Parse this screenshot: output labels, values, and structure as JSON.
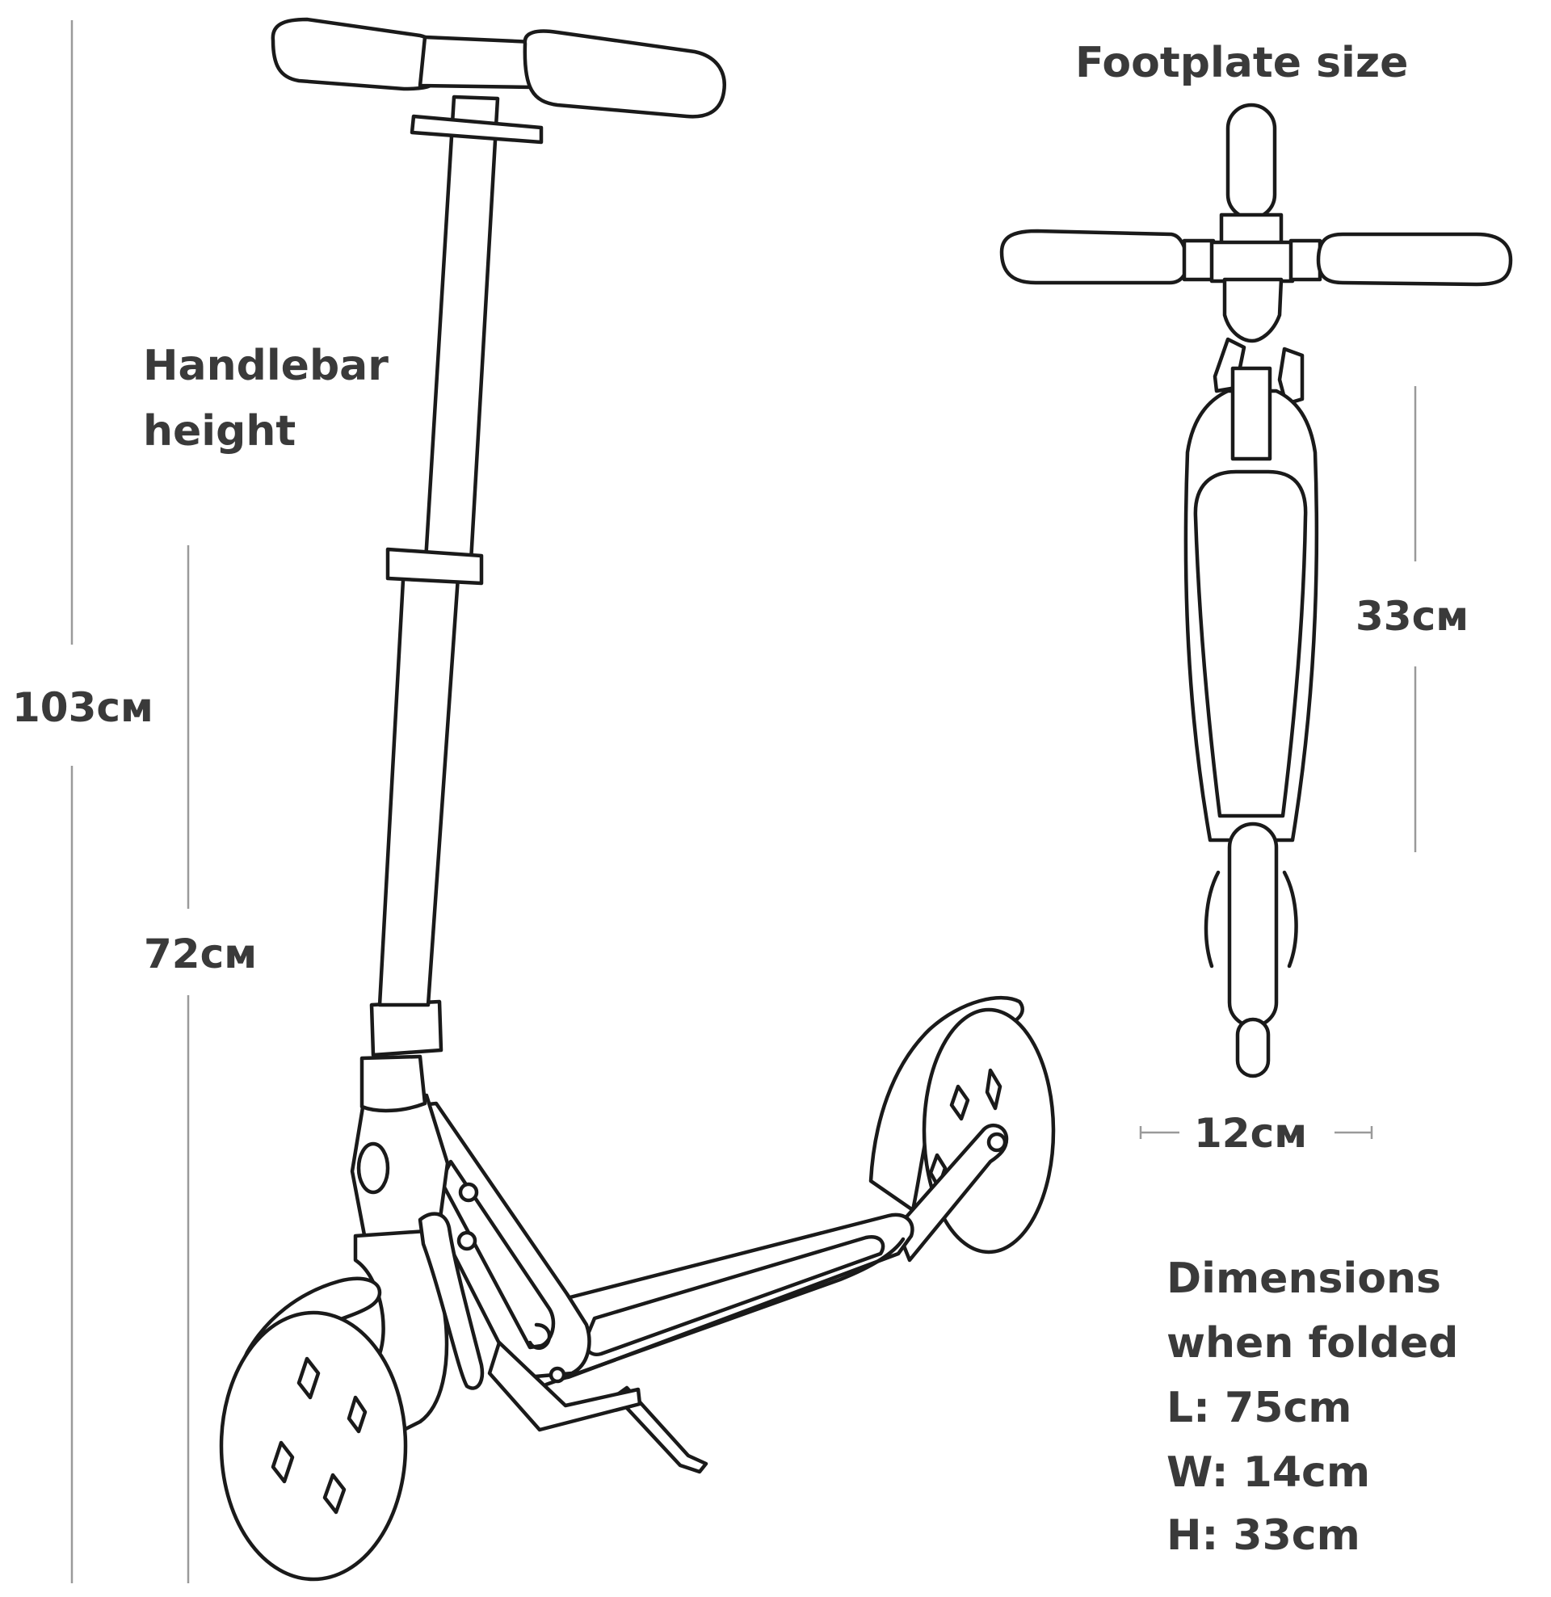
{
  "labels": {
    "footplate_title": "Footplate size",
    "handlebar_line1": "Handlebar",
    "handlebar_line2": "height",
    "height_max": "103cм",
    "height_min": "72cм",
    "footplate_length": "33cм",
    "footplate_width": "12cм",
    "folded_line1": "Dimensions",
    "folded_line2": "when folded",
    "folded_length": "L: 75cm",
    "folded_width": "W: 14cm",
    "folded_height": "H: 33cm"
  },
  "colors": {
    "label_text": "#3a3a3a",
    "line_art": "#1a1a1a",
    "guide_lines": "#9a9a9a",
    "background": "#ffffff"
  }
}
